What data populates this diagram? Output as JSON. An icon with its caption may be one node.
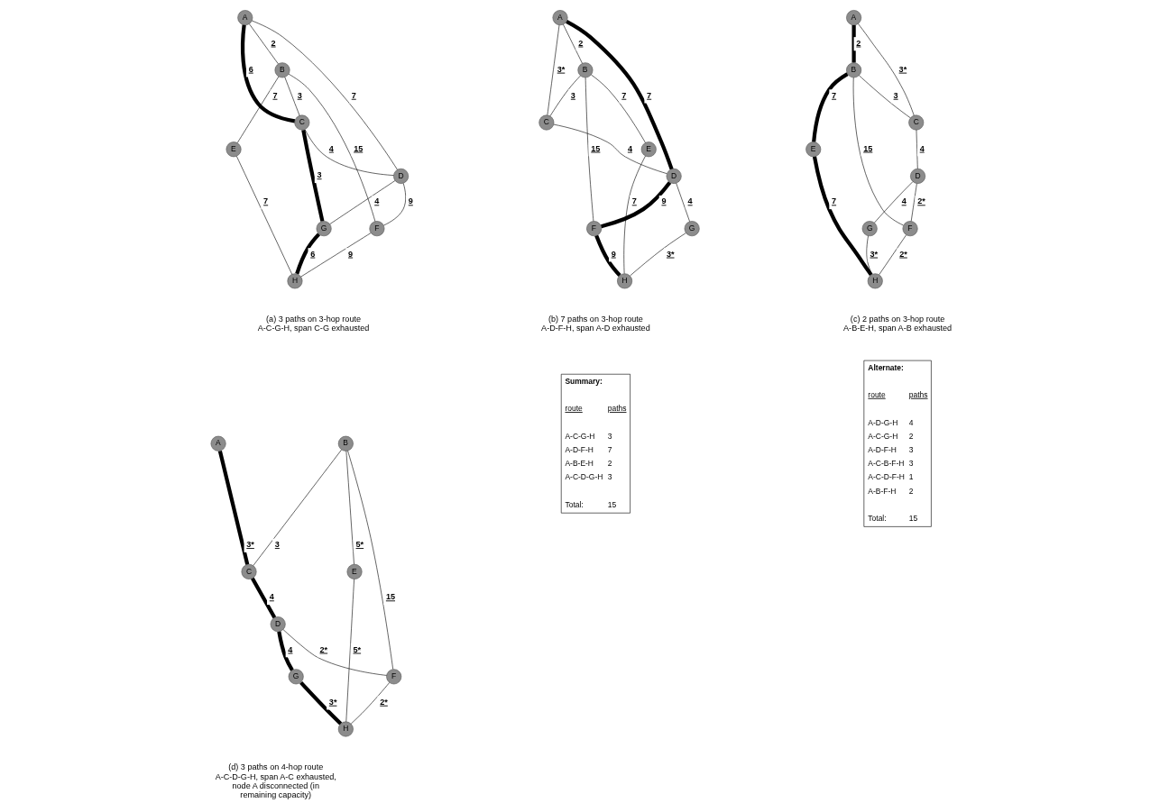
{
  "diagram": {
    "nodes": [
      {
        "text": [
          "A"
        ]
      },
      {
        "text": [
          "B"
        ]
      },
      {
        "text": [
          "C"
        ]
      },
      {
        "text": [
          "D"
        ]
      },
      {
        "text": [
          "E"
        ]
      },
      {
        "text": [
          "F"
        ]
      },
      {
        "text": [
          "G"
        ]
      },
      {
        "text": [
          "H"
        ]
      },
      {
        "text": [
          "A"
        ]
      },
      {
        "text": [
          "B"
        ]
      },
      {
        "text": [
          "C"
        ]
      },
      {
        "text": [
          "D"
        ]
      },
      {
        "text": [
          "E"
        ]
      },
      {
        "text": [
          "F"
        ]
      },
      {
        "text": [
          "G"
        ]
      },
      {
        "text": [
          "H"
        ]
      },
      {
        "text": [
          "A"
        ]
      },
      {
        "text": [
          "B"
        ]
      },
      {
        "text": [
          "C"
        ]
      },
      {
        "text": [
          "D"
        ]
      },
      {
        "text": [
          "E"
        ]
      },
      {
        "text": [
          "F"
        ]
      },
      {
        "text": [
          "G"
        ]
      },
      {
        "text": [
          "H"
        ]
      },
      {
        "text": [
          "A"
        ]
      },
      {
        "text": [
          "B"
        ]
      },
      {
        "text": [
          "C"
        ]
      },
      {
        "text": [
          "D"
        ]
      },
      {
        "text": [
          "E"
        ]
      },
      {
        "text": [
          "F"
        ]
      },
      {
        "text": [
          "G"
        ]
      },
      {
        "text": [
          "H"
        ]
      },
      {
        "text": [
          "Summary:",
          "route",
          "paths",
          "A-C-G-H",
          "3",
          "A-D-F-H",
          "7",
          "A-B-E-H",
          "2",
          "A-C-D-G-H",
          "3",
          "Total:",
          "15"
        ]
      },
      {
        "text": [
          "Alternate:",
          "route",
          "paths",
          "A-D-G-H",
          "4",
          "A-C-G-H",
          "2",
          "A-D-F-H",
          "3",
          "A-C-B-F-H",
          "3",
          "A-C-D-F-H",
          "1",
          "A-B-F-H",
          "2",
          "Total:",
          "15"
        ]
      }
    ],
    "edges": [
      {
        "from": 0,
        "to": 1,
        "arrow": "none",
        "label": "2"
      },
      {
        "from": 0,
        "to": 2,
        "arrow": "none",
        "label": "6",
        "style": "thick"
      },
      {
        "from": 0,
        "to": 3,
        "arrow": "none",
        "label": "7"
      },
      {
        "from": 1,
        "to": 2,
        "arrow": "none",
        "label": "3"
      },
      {
        "from": 1,
        "to": 4,
        "arrow": "none",
        "label": "7"
      },
      {
        "from": 1,
        "to": 5,
        "arrow": "none",
        "label": "15"
      },
      {
        "from": 2,
        "to": 3,
        "arrow": "none",
        "label": "4"
      },
      {
        "from": 2,
        "to": 6,
        "arrow": "none",
        "label": "3",
        "style": "thick"
      },
      {
        "from": 3,
        "to": 5,
        "arrow": "none",
        "label": "9"
      },
      {
        "from": 3,
        "to": 6,
        "arrow": "none",
        "label": "4"
      },
      {
        "from": 4,
        "to": 7,
        "arrow": "none",
        "label": "7"
      },
      {
        "from": 5,
        "to": 7,
        "arrow": "none",
        "label": "9"
      },
      {
        "from": 6,
        "to": 7,
        "arrow": "none",
        "label": "6",
        "style": "thick"
      },
      {
        "from": 8,
        "to": 9,
        "arrow": "none",
        "label": "2"
      },
      {
        "from": 8,
        "to": 10,
        "arrow": "none",
        "label": "3*"
      },
      {
        "from": 8,
        "to": 11,
        "arrow": "none",
        "label": "7",
        "style": "thick"
      },
      {
        "from": 9,
        "to": 10,
        "arrow": "none",
        "label": "3"
      },
      {
        "from": 9,
        "to": 12,
        "arrow": "none",
        "label": "7"
      },
      {
        "from": 9,
        "to": 13,
        "arrow": "none",
        "label": "15"
      },
      {
        "from": 10,
        "to": 11,
        "arrow": "none",
        "label": "4"
      },
      {
        "from": 11,
        "to": 13,
        "arrow": "none",
        "label": "9",
        "style": "thick"
      },
      {
        "from": 11,
        "to": 14,
        "arrow": "none",
        "label": "4"
      },
      {
        "from": 12,
        "to": 15,
        "arrow": "none",
        "label": "7"
      },
      {
        "from": 13,
        "to": 15,
        "arrow": "none",
        "label": "9",
        "style": "thick"
      },
      {
        "from": 14,
        "to": 15,
        "arrow": "none",
        "label": "3*"
      },
      {
        "from": 16,
        "to": 17,
        "arrow": "none",
        "label": "2",
        "style": "thick"
      },
      {
        "from": 16,
        "to": 18,
        "arrow": "none",
        "label": "3*"
      },
      {
        "from": 17,
        "to": 18,
        "arrow": "none",
        "label": "3"
      },
      {
        "from": 17,
        "to": 20,
        "arrow": "none",
        "label": "7",
        "style": "thick"
      },
      {
        "from": 17,
        "to": 21,
        "arrow": "none",
        "label": "15"
      },
      {
        "from": 18,
        "to": 19,
        "arrow": "none",
        "label": "4"
      },
      {
        "from": 19,
        "to": 21,
        "arrow": "none",
        "label": "2*"
      },
      {
        "from": 19,
        "to": 22,
        "arrow": "none",
        "label": "4"
      },
      {
        "from": 20,
        "to": 23,
        "arrow": "none",
        "label": "7",
        "style": "thick"
      },
      {
        "from": 21,
        "to": 23,
        "arrow": "none",
        "label": "2*"
      },
      {
        "from": 22,
        "to": 23,
        "arrow": "none",
        "label": "3*"
      },
      {
        "from": 24,
        "to": 26,
        "arrow": "none",
        "label": "3*",
        "style": "thick"
      },
      {
        "from": 25,
        "to": 26,
        "arrow": "none",
        "label": "3"
      },
      {
        "from": 25,
        "to": 28,
        "arrow": "none",
        "label": "5*"
      },
      {
        "from": 25,
        "to": 29,
        "arrow": "none",
        "label": "15"
      },
      {
        "from": 26,
        "to": 27,
        "arrow": "none",
        "label": "4",
        "style": "thick"
      },
      {
        "from": 27,
        "to": 29,
        "arrow": "none",
        "label": "2*"
      },
      {
        "from": 27,
        "to": 30,
        "arrow": "none",
        "label": "4",
        "style": "thick"
      },
      {
        "from": 28,
        "to": 31,
        "arrow": "none",
        "label": "5*"
      },
      {
        "from": 29,
        "to": 31,
        "arrow": "none",
        "label": "2*"
      },
      {
        "from": 30,
        "to": 31,
        "arrow": "none",
        "label": "3*",
        "style": "thick"
      }
    ],
    "labels": [
      "(a) 3 paths on 3-hop route A-C-G-H, span C-G exhausted",
      "(b) 7 paths on 3-hop route A-D-F-H, span A-D exhausted",
      "(c) 2 paths on 3-hop route A-B-E-H, span A-B exhausted",
      "(d) 3 paths on 4-hop route A-C-D-G-H, span A-C exhausted, node A disconnected (in remaining capacity)"
    ]
  }
}
